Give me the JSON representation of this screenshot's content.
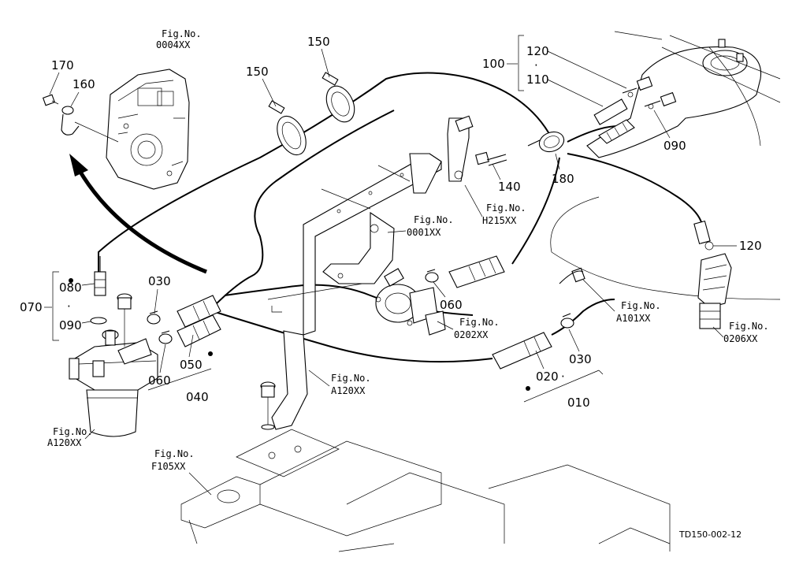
{
  "parts": {
    "p170": "170",
    "p160": "160",
    "p150a": "150",
    "p150b": "150",
    "p100": "100",
    "p120a": "120",
    "p110": "110",
    "p090a": "090",
    "p180": "180",
    "p140": "140",
    "p120b": "120",
    "p070": "070",
    "p080": "080",
    "p090b": "090",
    "p030a": "030",
    "p060a": "060",
    "p050": "050",
    "p040": "040",
    "p060b": "060",
    "p020": "020",
    "p030b": "030",
    "p010": "010"
  },
  "figrefs": {
    "f0004": {
      "label": "Fig.No.",
      "code": "0004XX"
    },
    "f0001": {
      "label": "Fig.No.",
      "code": "0001XX"
    },
    "fH215": {
      "label": "Fig.No.",
      "code": "H215XX"
    },
    "f0202": {
      "label": "Fig.No.",
      "code": "0202XX"
    },
    "fA101": {
      "label": "Fig.No.",
      "code": "A101XX"
    },
    "f0206": {
      "label": "Fig.No.",
      "code": "0206XX"
    },
    "fA120a": {
      "label": "Fig.No.",
      "code": "A120XX"
    },
    "fA120b": {
      "label": "Fig.No.",
      "code": "A120XX"
    },
    "fF105": {
      "label": "Fig.No.",
      "code": "F105XX"
    }
  },
  "drawing_code": "TD150-002-12"
}
